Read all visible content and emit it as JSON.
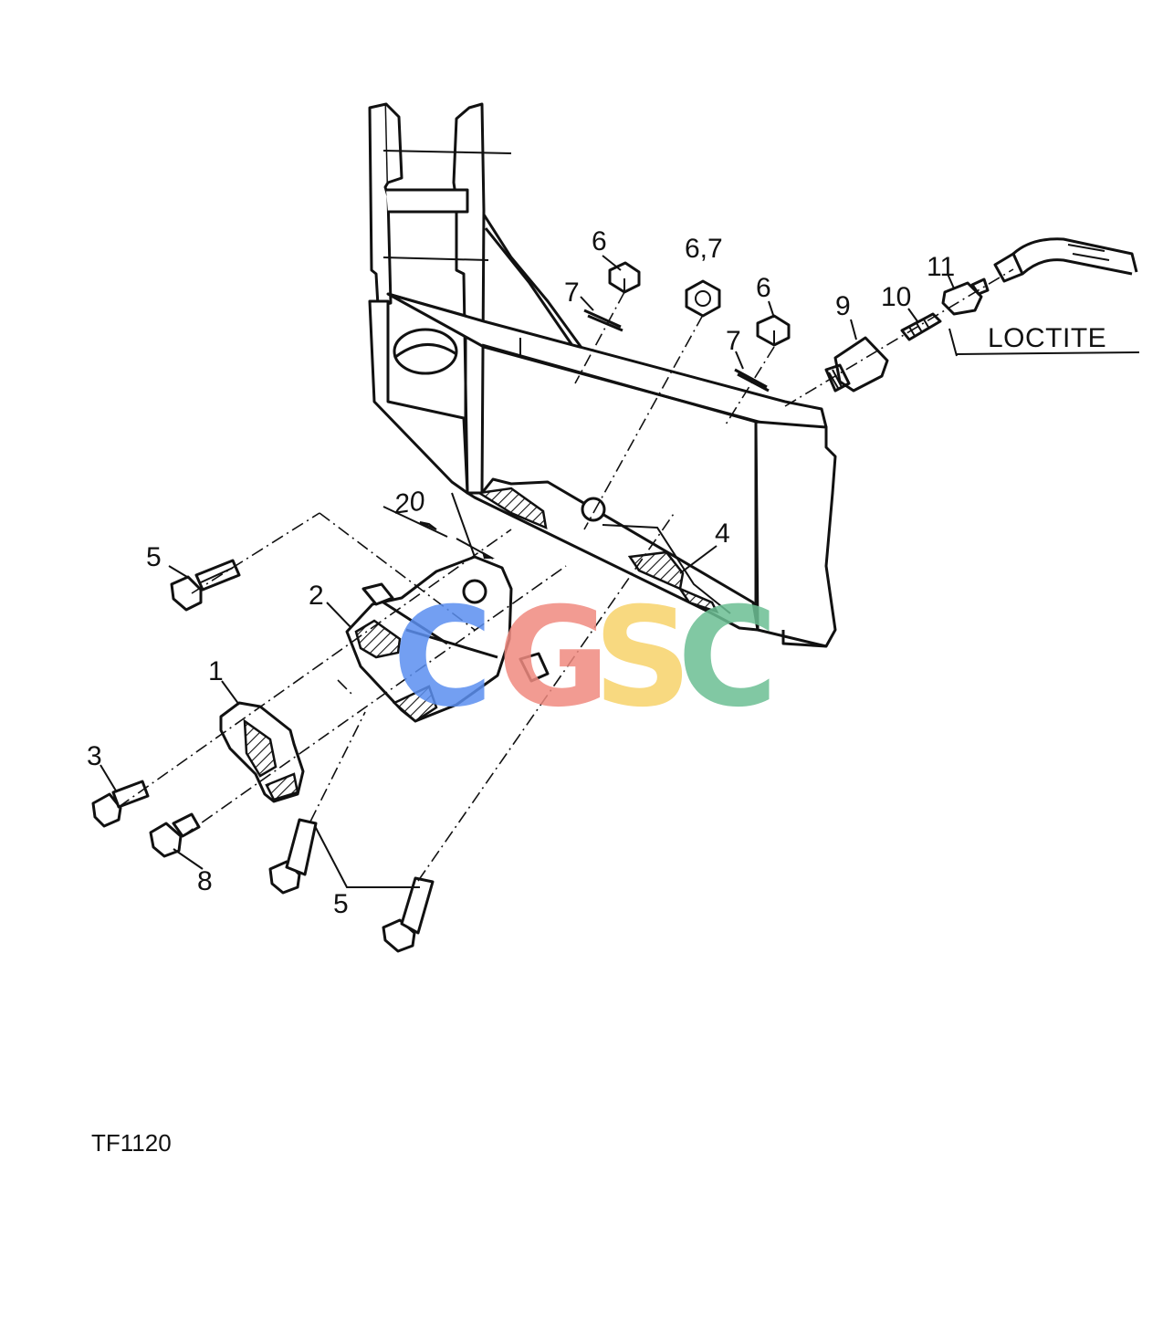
{
  "figure_id": "TF1120",
  "note": "LOCTITE",
  "dimension": "20",
  "watermark": {
    "letters": [
      {
        "char": "C",
        "color": "#5b8ff0"
      },
      {
        "char": "G",
        "color": "#f08a80"
      },
      {
        "char": "S",
        "color": "#f7d36b"
      },
      {
        "char": "C",
        "color": "#6cbf94"
      }
    ],
    "opacity": 0.85
  },
  "callouts": [
    {
      "id": "c1",
      "text": "1"
    },
    {
      "id": "c2",
      "text": "2"
    },
    {
      "id": "c3",
      "text": "3"
    },
    {
      "id": "c4",
      "text": "4"
    },
    {
      "id": "c5a",
      "text": "5"
    },
    {
      "id": "c5b",
      "text": "5"
    },
    {
      "id": "c6a",
      "text": "6"
    },
    {
      "id": "c67",
      "text": "6,7"
    },
    {
      "id": "c6b",
      "text": "6"
    },
    {
      "id": "c7a",
      "text": "7"
    },
    {
      "id": "c7b",
      "text": "7"
    },
    {
      "id": "c8",
      "text": "8"
    },
    {
      "id": "c9",
      "text": "9"
    },
    {
      "id": "c10",
      "text": "10"
    },
    {
      "id": "c11",
      "text": "11"
    }
  ]
}
